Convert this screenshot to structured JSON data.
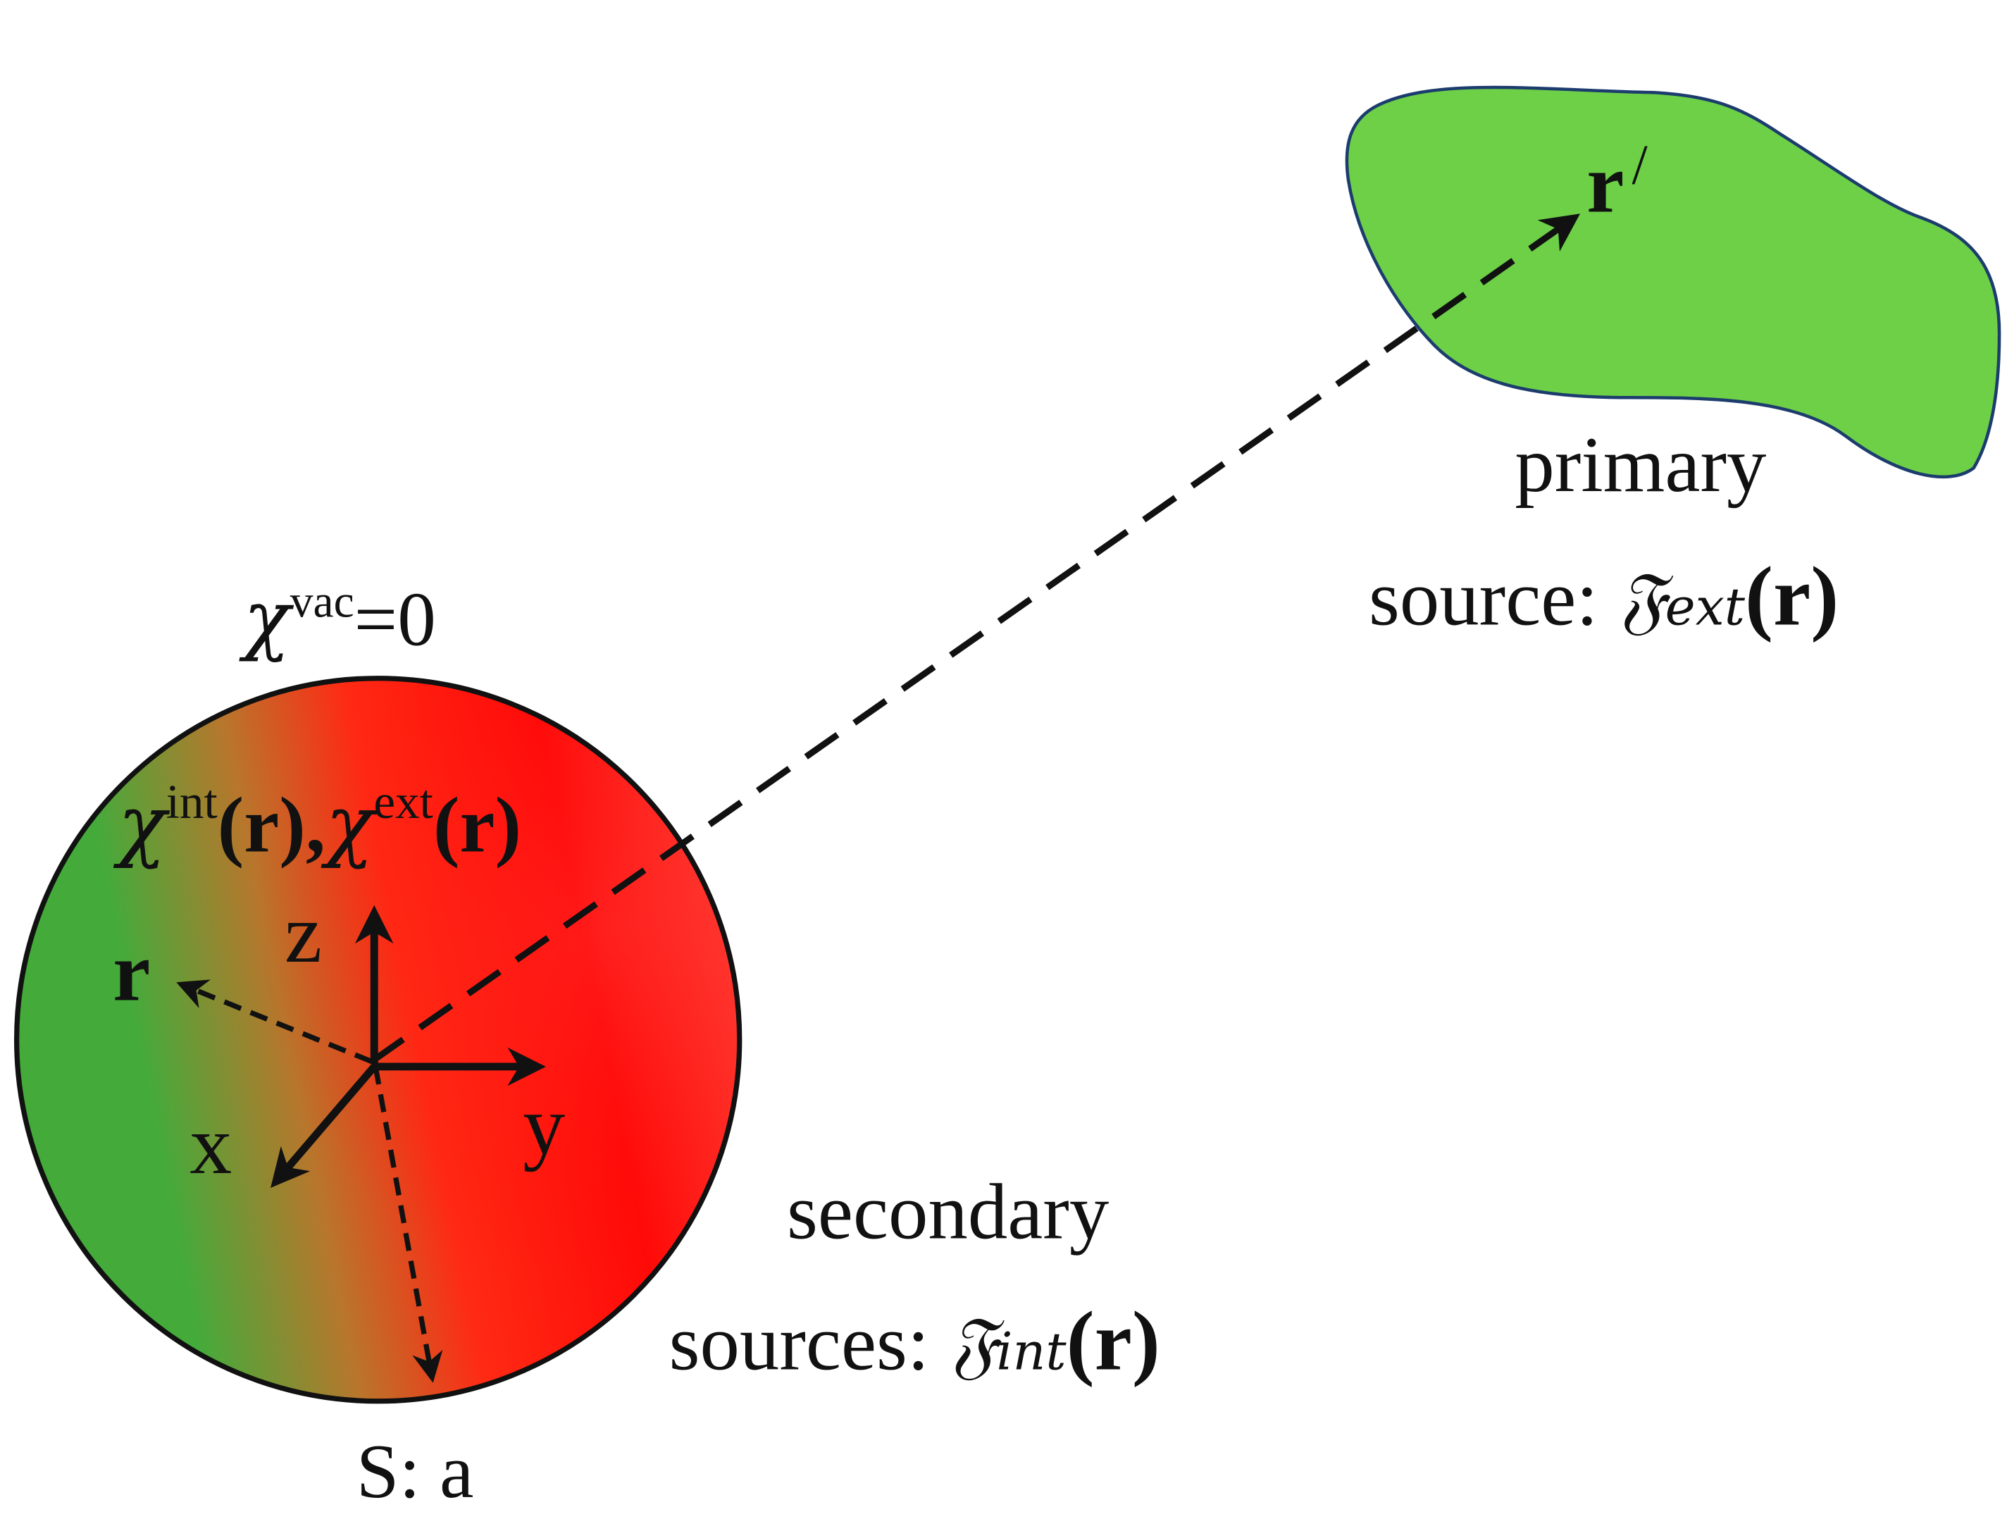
{
  "colors": {
    "sphere_green": "#44ab3b",
    "sphere_red": "#ff1a10",
    "source_green": "#6dd047",
    "outline": "#111111",
    "source_outline": "#1c3c6e"
  },
  "labels": {
    "chi_vac": {
      "chi": "χ",
      "sup": "vac",
      "rest": "=0"
    },
    "chi_int_ext": {
      "chi1": "χ",
      "sup1": "int",
      "open1": "(",
      "r1": "r",
      "close1": "),",
      "chi2": "χ",
      "sup2": "ext",
      "open2": "(",
      "r2": "r",
      "close2": ")"
    },
    "axis_z": "z",
    "axis_y": "y",
    "axis_x": "x",
    "vector_r": "r",
    "vector_r_prime": {
      "r": "r",
      "prime": "/"
    },
    "sphere_surface": "S: a",
    "primary_line1": "primary",
    "primary_line2": {
      "prefix": "source: ",
      "script": "𝔉",
      "sub": "ext",
      "open": "(",
      "r": "r",
      "close": ")"
    },
    "secondary_line1": "secondary",
    "secondary_line2": {
      "prefix": "sources: ",
      "script": "𝔉",
      "sub": "int",
      "open": "(",
      "r": "r",
      "close": ")"
    }
  }
}
